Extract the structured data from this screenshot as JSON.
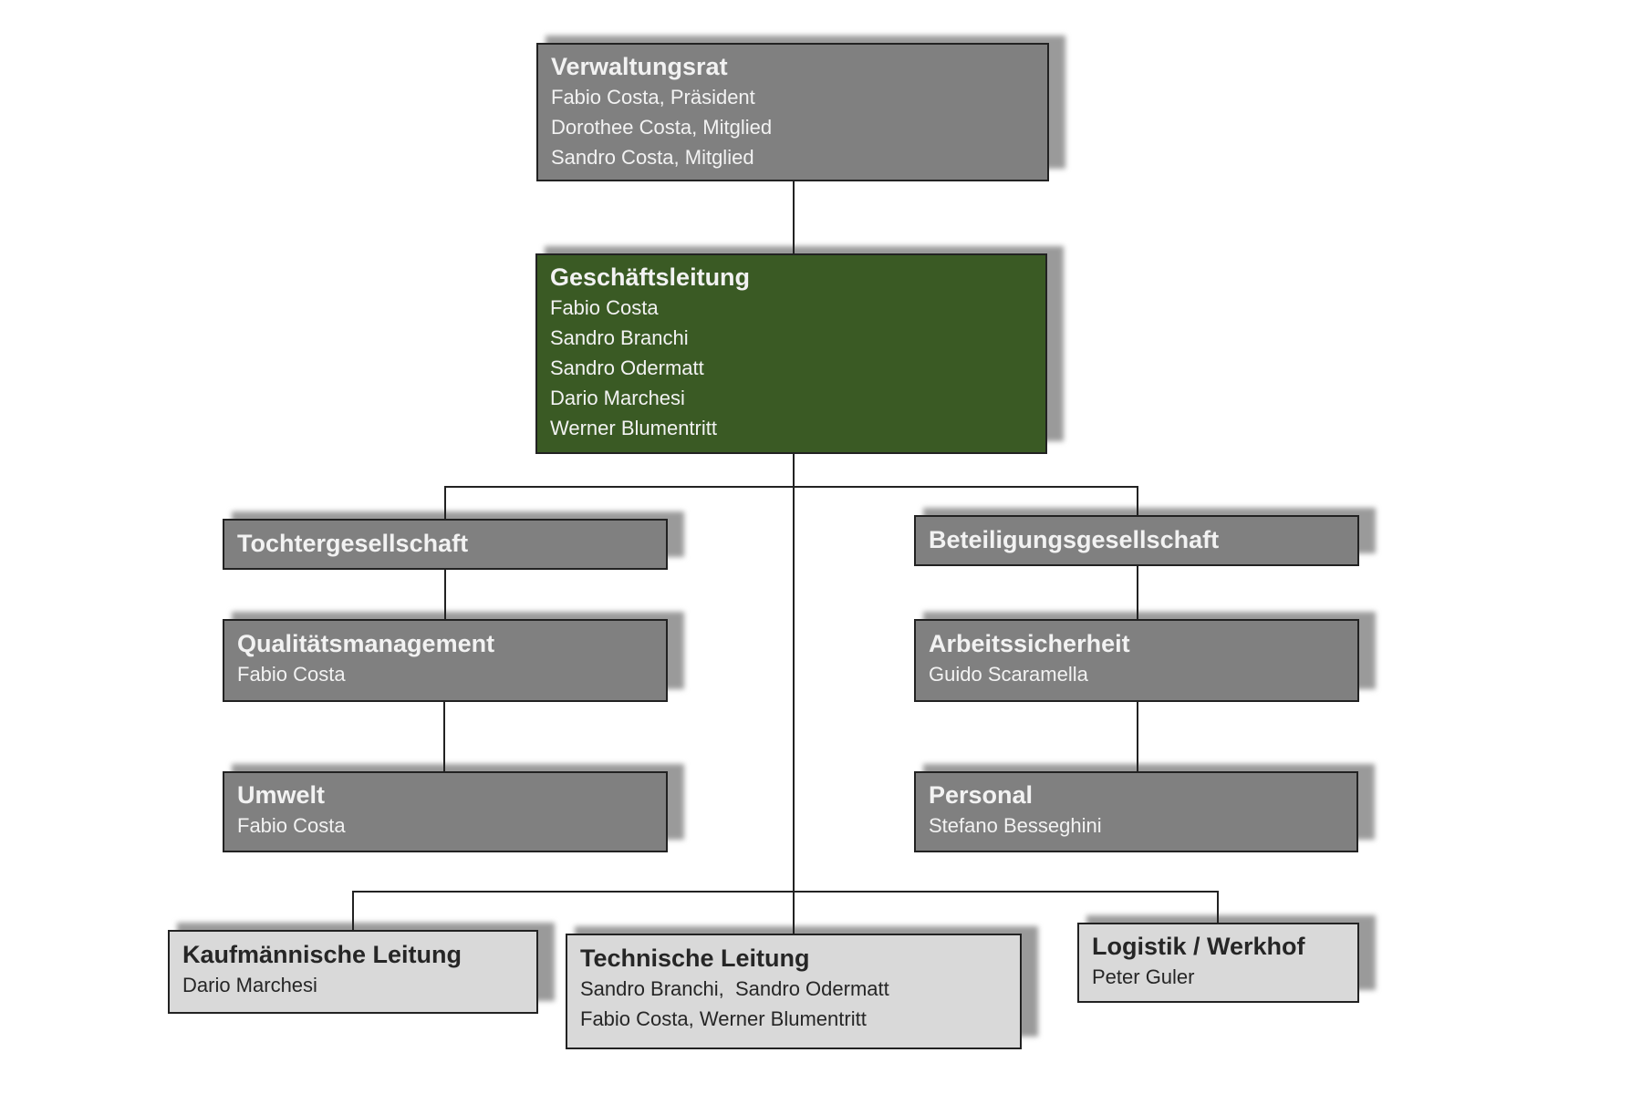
{
  "colors": {
    "box_gray": "#808080",
    "box_green": "#3a5a24",
    "box_light": "#d9d9d9",
    "connector": "#222222"
  },
  "nodes": {
    "verwaltungsrat": {
      "title": "Verwaltungsrat",
      "lines": [
        "Fabio Costa, Präsident",
        "Dorothee Costa, Mitglied",
        "Sandro Costa, Mitglied"
      ]
    },
    "geschaeftsleitung": {
      "title": "Geschäftsleitung",
      "lines": [
        "Fabio Costa",
        "Sandro Branchi",
        "Sandro Odermatt",
        "Dario Marchesi",
        "Werner Blumentritt"
      ]
    },
    "tochtergesellschaft": {
      "title": "Tochtergesellschaft"
    },
    "beteiligungsgesellschaft": {
      "title": "Beteiligungsgesellschaft"
    },
    "qualitaetsmanagement": {
      "title": "Qualitätsmanagement",
      "lines": [
        "Fabio Costa"
      ]
    },
    "arbeitssicherheit": {
      "title": "Arbeitssicherheit",
      "lines": [
        "Guido Scaramella"
      ]
    },
    "umwelt": {
      "title": "Umwelt",
      "lines": [
        "Fabio Costa"
      ]
    },
    "personal": {
      "title": "Personal",
      "lines": [
        "Stefano Besseghini"
      ]
    },
    "kaufmaennische_leitung": {
      "title": "Kaufmännische Leitung",
      "lines": [
        "Dario Marchesi"
      ]
    },
    "technische_leitung": {
      "title": "Technische Leitung",
      "lines": [
        "Sandro Branchi,  Sandro Odermatt",
        "Fabio Costa, Werner Blumentritt"
      ]
    },
    "logistik_werkhof": {
      "title": "Logistik / Werkhof",
      "lines": [
        "Peter Guler"
      ]
    }
  }
}
